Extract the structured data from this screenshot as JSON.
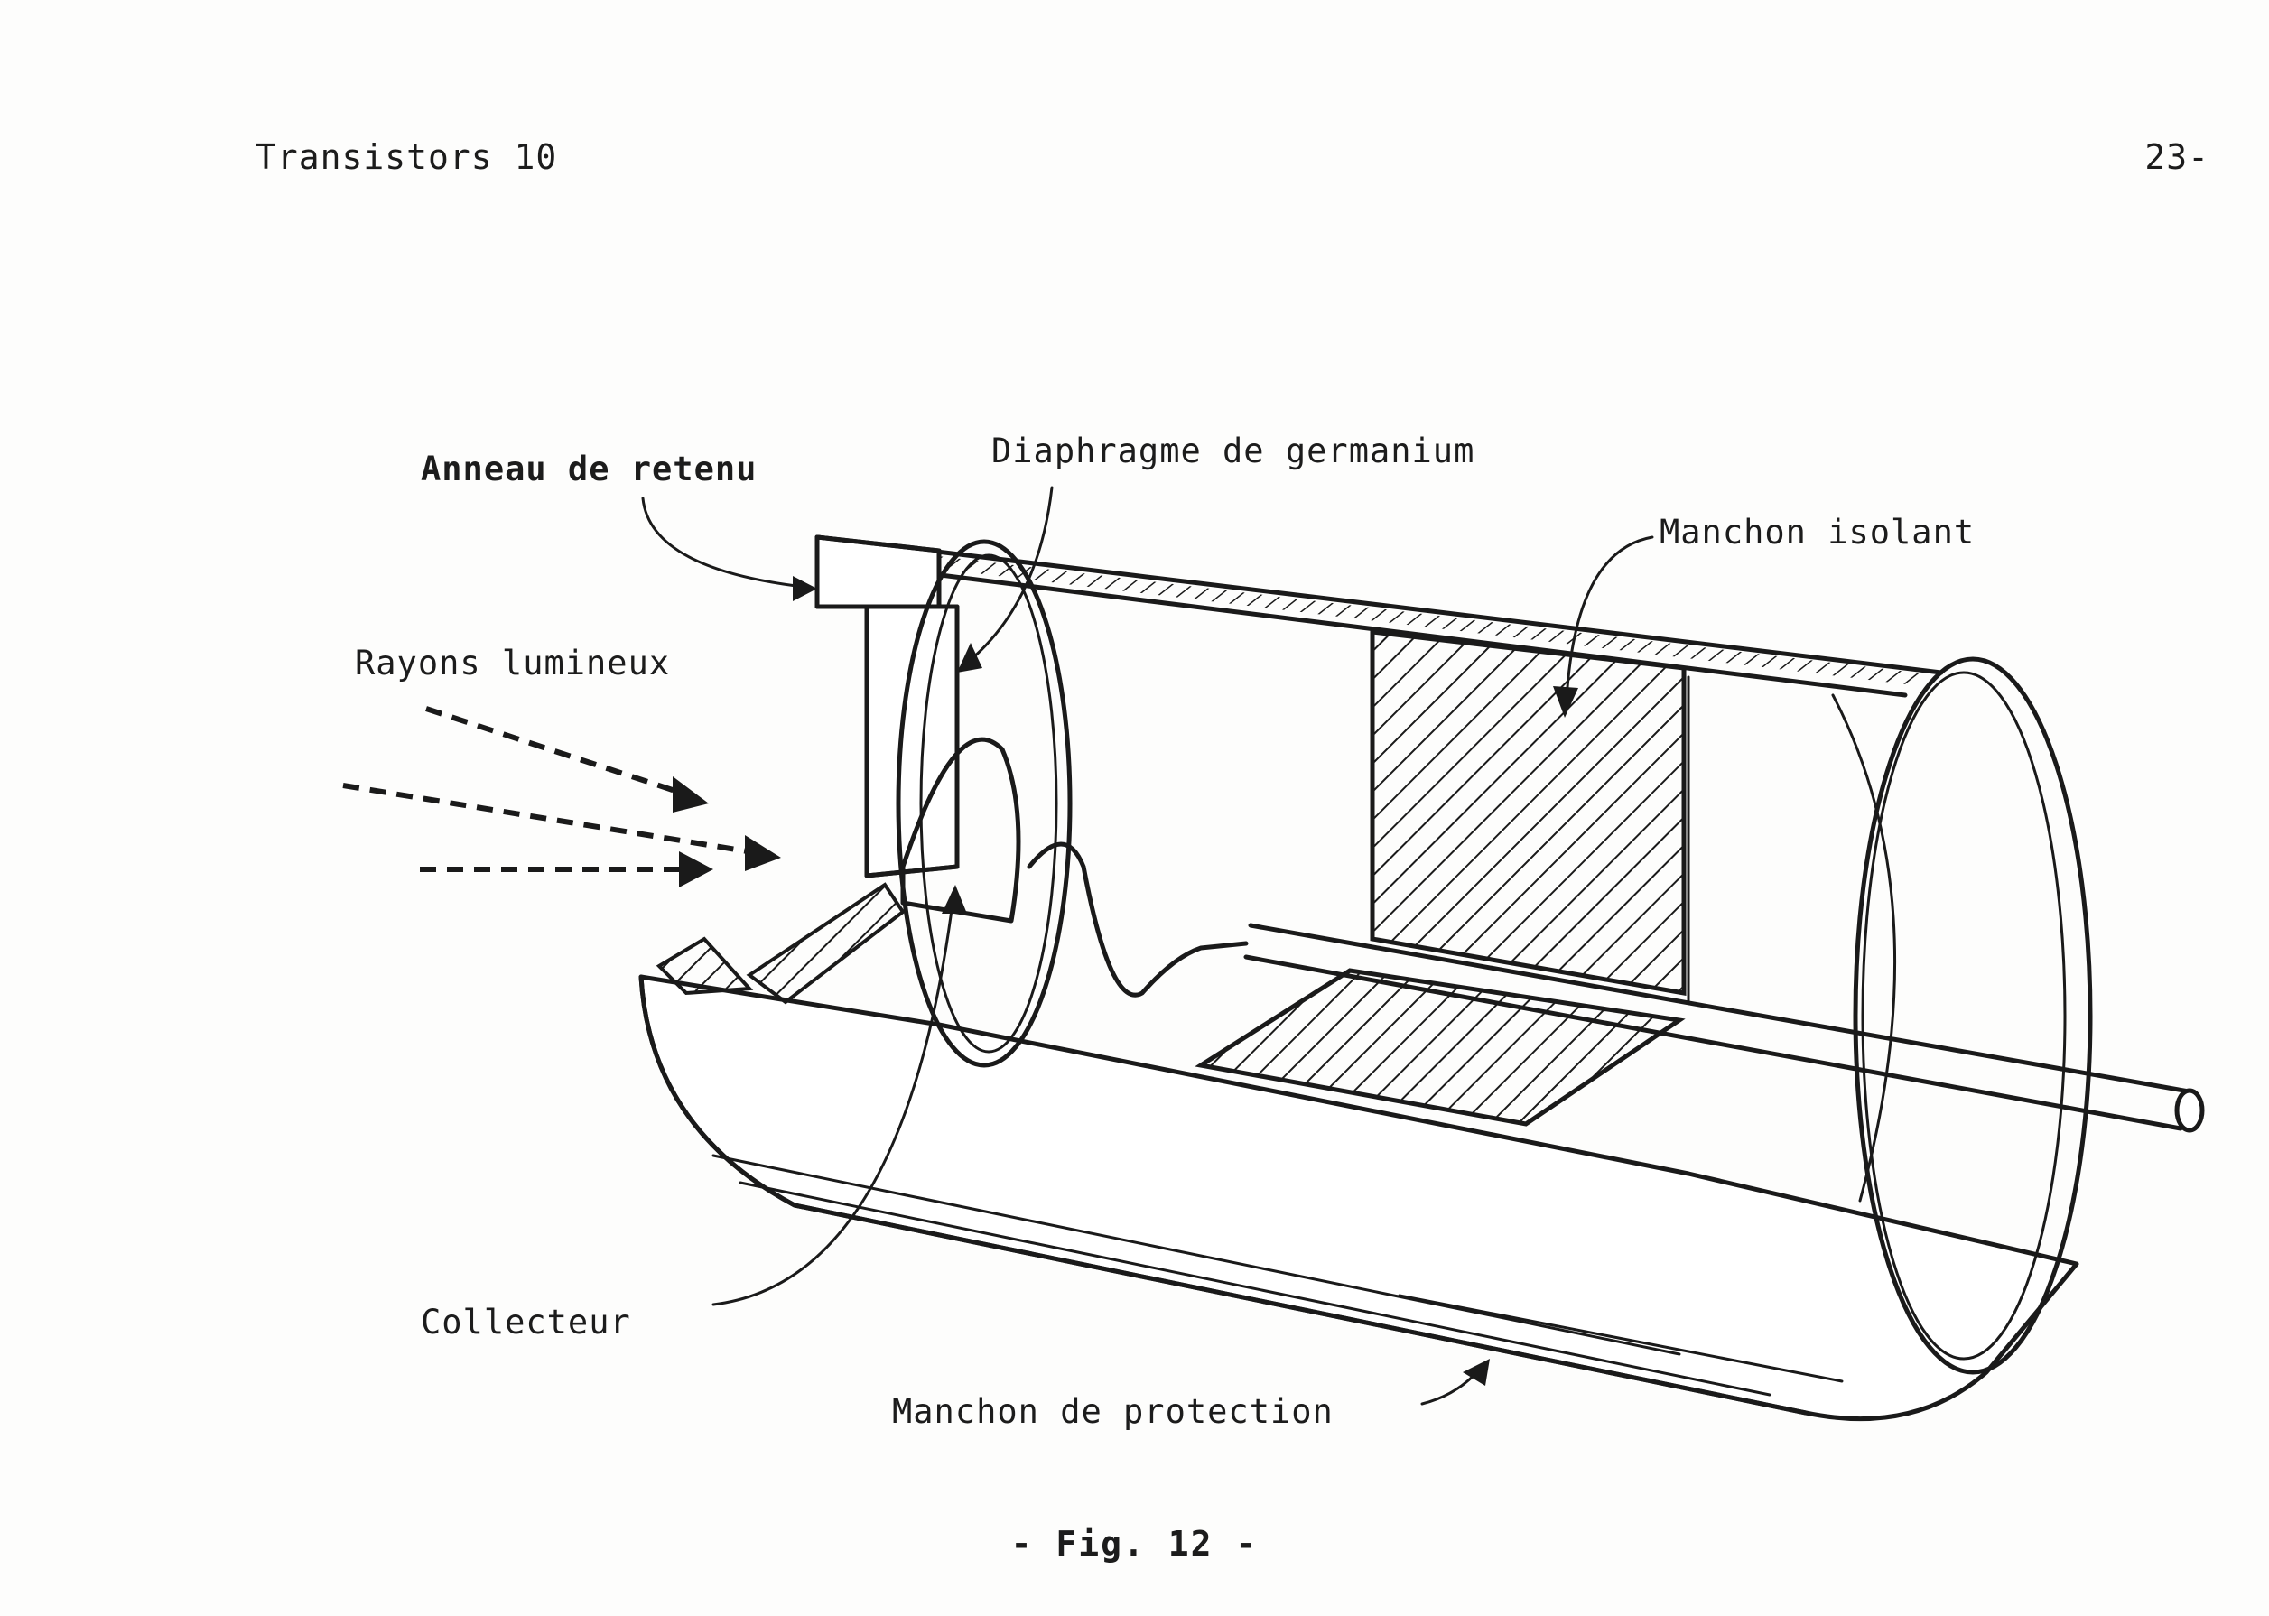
{
  "header": {
    "left": "Transistors 10",
    "right": "23-"
  },
  "labels": {
    "anneau": "Anneau de retenu",
    "diaphragme": "Diaphragme de germanium",
    "manchon_isolant": "Manchon isolant",
    "rayons": "Rayons lumineux",
    "collecteur": "Collecteur",
    "manchon_protection": "Manchon de protection"
  },
  "caption": "- Fig. 12 -"
}
